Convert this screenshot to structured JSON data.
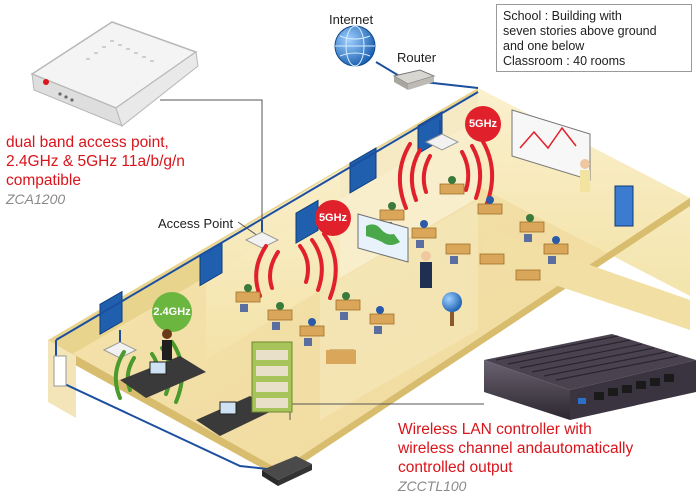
{
  "labels": {
    "internet": "Internet",
    "router": "Router",
    "access_point": "Access Point"
  },
  "info_box": {
    "lines": [
      "School : Building with",
      "seven stories above ground",
      "and one below",
      "Classroom : 40 rooms"
    ]
  },
  "access_point_product": {
    "description_lines": [
      "dual band access point,",
      "2.4GHz & 5GHz 11a/b/g/n",
      "compatible"
    ],
    "model": "ZCA1200"
  },
  "controller_product": {
    "description_lines": [
      "Wireless LAN controller with",
      "wireless channel andautomatically",
      "controlled output"
    ],
    "model": "ZCCTL100"
  },
  "bands": {
    "band_5ghz_a": "5GHz",
    "band_5ghz_b": "5GHz",
    "band_24ghz": "2.4GHz"
  },
  "colors": {
    "accent_red": "#d9141b",
    "network_line": "#1c4fa0",
    "band_5ghz": "#e0202a",
    "band_24ghz": "#6bb63f"
  }
}
